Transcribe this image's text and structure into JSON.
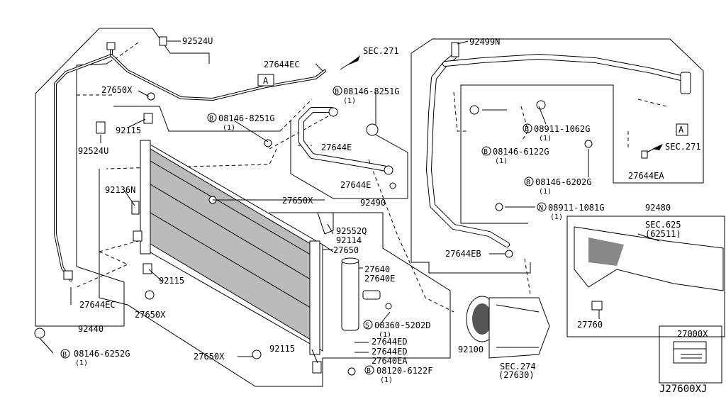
{
  "diagram_id": "J27600XJ",
  "labels": {
    "l92524U_top": "92524U",
    "l92524U_left": "92524U",
    "l27644EC_top": "27644EC",
    "l27644EC_bottom": "27644EC",
    "lSEC271_top": "SEC.271",
    "lSEC271_right": "SEC.271",
    "lA_left": "A",
    "lA_right": "A",
    "l27650X_a": "27650X",
    "l27650X_b": "27650X",
    "l27650X_c": "27650X",
    "l27650X_d": "27650X",
    "l92115_a": "92115",
    "l92115_b": "92115",
    "l92115_c": "92115",
    "l08146_8251G_a": "08146-8251G",
    "l08146_8251G_a_qty": "(1)",
    "l08146_8251G_b": "08146-8251G",
    "l08146_8251G_b_qty": "(1)",
    "l27644E_a": "27644E",
    "l27644E_b": "27644E",
    "l92136N": "92136N",
    "l92490": "92490",
    "l92552Q": "92552Q",
    "l92114": "92114",
    "l27650": "27650",
    "l27640": "27640",
    "l27640E": "27640E",
    "l08360_5202D": "08360-5202D",
    "l08360_5202D_qty": "(1)",
    "l27644ED_a": "27644ED",
    "l27644ED_b": "27644ED",
    "l27640EA": "27640EA",
    "l08120_6122F": "08120-6122F",
    "l08120_6122F_qty": "(1)",
    "l92100": "92100",
    "l92440": "92440",
    "l08146_6252G": "08146-6252G",
    "l08146_6252G_qty": "(1)",
    "l92499N": "92499N",
    "l08911_1062G": "08911-1062G",
    "l08911_1062G_qty": "(1)",
    "l08146_6122G": "08146-6122G",
    "l08146_6122G_qty": "(1)",
    "l08146_6202G": "08146-6202G",
    "l08146_6202G_qty": "(1)",
    "l27644EA": "27644EA",
    "l92480": "92480",
    "l08911_1081G": "08911-1081G",
    "l08911_1081G_qty": "(1)",
    "l27644EB": "27644EB",
    "lSEC625": "SEC.625",
    "lSEC625_sub": "(62511)",
    "l27760": "27760",
    "lSEC274": "SEC.274",
    "lSEC274_sub": "(27630)",
    "l27000X": "27000X",
    "prefix_B": "B",
    "prefix_S": "S",
    "prefix_N": "N"
  }
}
